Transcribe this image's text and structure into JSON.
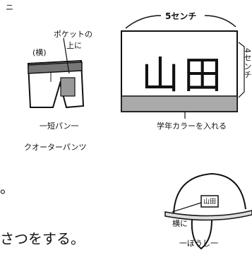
{
  "labels": {
    "pocket_note": "ポケットの",
    "pocket_note2": "上に",
    "side_note": "(横)",
    "shorts_caption": "一短パン一",
    "shorts_caption2": "クオーターパンツ",
    "width_label": "5センチ",
    "height_label": "4センチ",
    "name_text": "山田",
    "grade_color_note": "学年カラーを入れる",
    "hat_side_note": "横に",
    "hat_caption": "一ぼうし一",
    "hat_badge_text": "山田",
    "bottom_fragment": "さつをする。",
    "dot_fragment": "。",
    "corner_mark": "ニ"
  },
  "colors": {
    "ink": "#111111",
    "paper": "#ffffff"
  }
}
